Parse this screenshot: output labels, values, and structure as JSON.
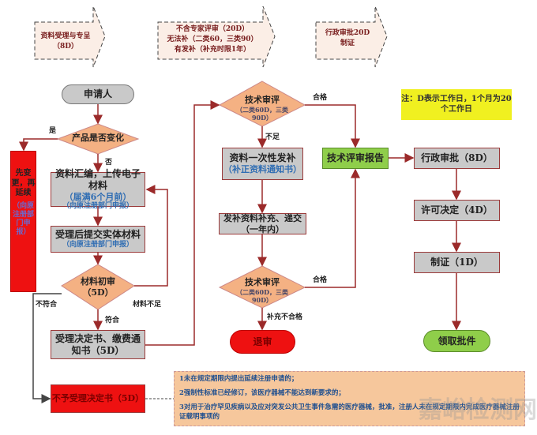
{
  "banners": [
    "资料受理与专呈（8D）",
    [
      "不含专家评审（20D）",
      "无法补（二类60，三类90）",
      "有发补（补充时限1年）"
    ],
    [
      "行政审批20D",
      "制证"
    ]
  ],
  "nodes": {
    "applicant": "申请人",
    "product_change": "产品是否变化",
    "change_first": "先变更，再延续",
    "change_first_sub": "（向原注册部门申报）",
    "compile": "资料汇编，上传电子材料",
    "compile_note": "（届满6个月前）",
    "compile_sub": "（向原注册部门申报）",
    "submit_physical": "受理后提交实体材料",
    "submit_sub": "（向原注册部门申报）",
    "initial_review": "材料初审",
    "initial_review_days": "（5D）",
    "acceptance": "受理决定书、缴费通知书（5D）",
    "rejection": "不予受理决定书（5D）",
    "tech_review_1": "技术审评",
    "tech_review_1_sub": "（二类60D，三类90D）",
    "supplement_once": "资料一次性发补",
    "supplement_once_sub": "（补正资料通知书）",
    "supplement_submit": "发补资料补充、递交",
    "supplement_submit_sub": "（一年内）",
    "tech_review_2": "技术审评",
    "tech_review_2_sub": "（二类60D，三类90D）",
    "withdraw": "退审",
    "tech_report": "技术评审报告",
    "admin_approval": "行政审批（8D）",
    "license_decision": "许可决定（4D）",
    "certify": "制证（1D）",
    "collect": "领取批件"
  },
  "labels": {
    "yes": "是",
    "no": "否",
    "noncompliant": "不符合",
    "insufficient": "材料不足",
    "compliant": "符合",
    "qualified_1": "合格",
    "lacking": "不足",
    "qualified_2": "合格",
    "supp_fail": "补充不合格"
  },
  "legend_note": "注：D表示工作日，1个月为20个工作日",
  "rejection_reasons": [
    "1未在规定期限内提出延续注册申请的；",
    "2强制性标准已经修订，该医疗器械不能达到新要求的；",
    "3对用于治疗罕见疾病以及应对突发公共卫生事件急需的医疗器械，批准，注册人未在规定期限内完成医疗器械注册证载明事项的"
  ],
  "watermark": "嘉峪检测网",
  "colors": {
    "box": "#c9c9c9",
    "decision": "#f4b183",
    "terminal_red": "#ee1111",
    "terminal_green": "#8fce4a",
    "note": "#f6c79c",
    "legend": "#f0f020",
    "arrow": "#9b2a2a"
  }
}
